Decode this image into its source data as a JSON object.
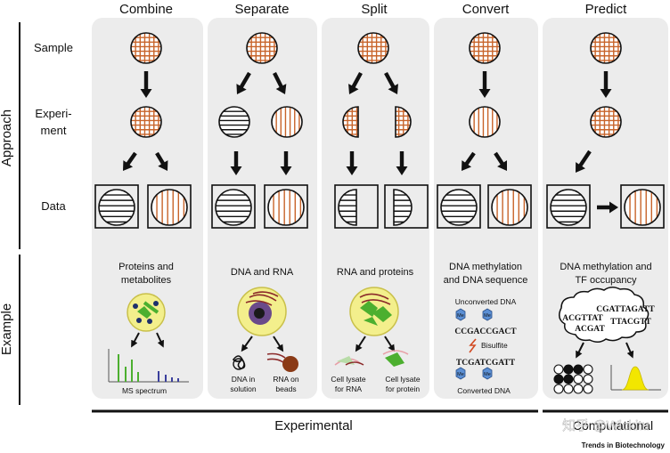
{
  "columns": [
    {
      "title": "Combine"
    },
    {
      "title": "Separate"
    },
    {
      "title": "Split"
    },
    {
      "title": "Convert"
    },
    {
      "title": "Predict"
    }
  ],
  "axis": {
    "approach": "Approach",
    "example": "Example",
    "rows": {
      "sample": "Sample",
      "experiment_1": "Experi-",
      "experiment_2": "ment",
      "data": "Data"
    }
  },
  "examples": {
    "combine": {
      "line1": "Proteins and",
      "line2": "metabolites",
      "caption": "MS spectrum"
    },
    "separate": {
      "title": "DNA and RNA",
      "left_1": "DNA in",
      "left_2": "solution",
      "right_1": "RNA on",
      "right_2": "beads"
    },
    "split": {
      "title": "RNA and proteins",
      "left_1": "Cell lysate",
      "left_2": "for RNA",
      "right_1": "Cell lysate",
      "right_2": "for protein"
    },
    "convert": {
      "line1": "DNA methylation",
      "line2": "and DNA sequence",
      "unconverted": "Unconverted DNA",
      "seq_before": "CCGACCGACT",
      "bisulfite": "Bisulfite",
      "seq_after": "TCGATCGATT",
      "converted": "Converted DNA",
      "me": "Me"
    },
    "predict": {
      "line1": "DNA methylation and",
      "line2": "TF occupancy",
      "seq1": "CGATTAGATT",
      "seq2": "ACGTTAT",
      "seq3": "TTACGTT",
      "seq4": "ACGAT"
    }
  },
  "footer": {
    "experimental": "Experimental",
    "computational": "Computational",
    "credit": "Trends in Biotechnology",
    "watermark": "知乎 @Wickitu"
  },
  "colors": {
    "panel": "#ececec",
    "orange": "#c8642a",
    "yellow": "#f3ef8c",
    "green": "#4caf2f",
    "blue": "#3a7fc8",
    "dark": "#222222",
    "red": "#8b2a2a"
  }
}
